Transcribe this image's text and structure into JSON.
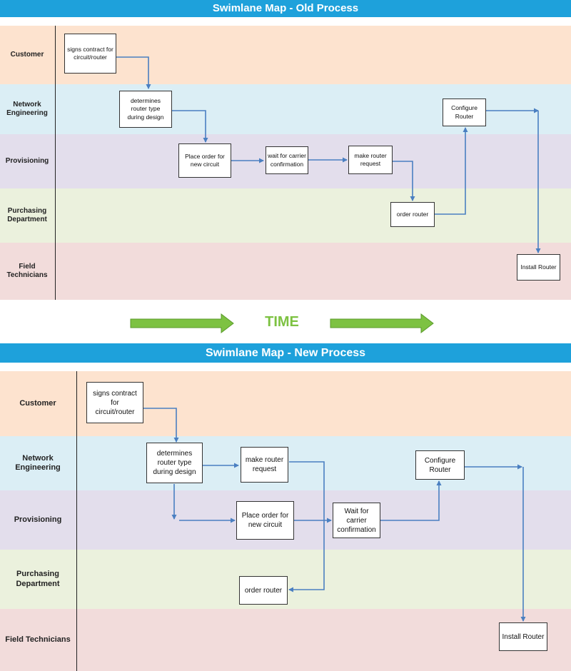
{
  "old_process": {
    "title": "Swimlane Map - Old Process",
    "lanes": [
      {
        "label": "Customer",
        "color": "#fde3cf"
      },
      {
        "label": "Network\nEngineering",
        "color": "#dbeef5"
      },
      {
        "label": "Provisioning",
        "color": "#e3deec"
      },
      {
        "label": "Purchasing\nDepartment",
        "color": "#ebf1dd"
      },
      {
        "label": "Field\nTechnicians",
        "color": "#f2dcdb"
      }
    ],
    "steps": {
      "signs_contract": "signs contract for\ncircuit/router",
      "determines_router_type": "determines\nrouter type\nduring design",
      "place_order": "Place order for\nnew circuit",
      "wait_for_carrier": "wait for carrier\nconfirmation",
      "make_router_request": "make router\nrequest",
      "order_router": "order router",
      "configure_router": "Configure\nRouter",
      "install_router": "Install Router"
    }
  },
  "time_label": "TIME",
  "new_process": {
    "title": "Swimlane Map - New Process",
    "lanes": [
      {
        "label": "Customer",
        "color": "#fde3cf"
      },
      {
        "label": "Network\nEngineering",
        "color": "#dbeef5"
      },
      {
        "label": "Provisioning",
        "color": "#e3deec"
      },
      {
        "label": "Purchasing\nDepartment",
        "color": "#ebf1dd"
      },
      {
        "label": "Field Technicians",
        "color": "#f2dcdb"
      }
    ],
    "steps": {
      "signs_contract": "signs contract for\ncircuit/router",
      "determines_router_type": "determines\nrouter type\nduring design",
      "make_router_request": "make router\nrequest",
      "configure_router": "Configure\nRouter",
      "place_order": "Place order for\nnew circuit",
      "wait_for_carrier": "Wait for\ncarrier\nconfirmation",
      "order_router": "order router",
      "install_router": "Install Router"
    }
  },
  "colors": {
    "header": "#1ea1db",
    "arrow": "#4a7fc1",
    "time_arrow": "#7dc242"
  }
}
